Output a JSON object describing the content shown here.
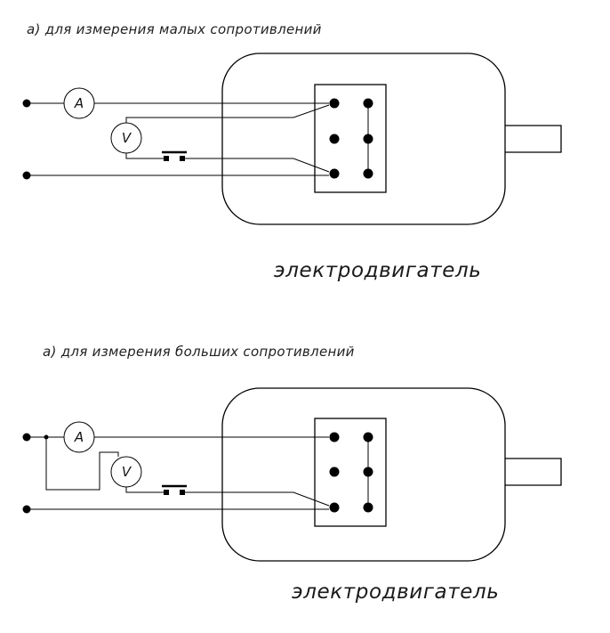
{
  "diagram_a": {
    "caption": "а) для измерения малых сопротивлений",
    "motor_label": "электродвигатель",
    "ammeter_label": "A",
    "voltmeter_label": "V"
  },
  "diagram_b": {
    "caption": "а) для измерения больших сопротивлений",
    "motor_label": "электродвигатель",
    "ammeter_label": "A",
    "voltmeter_label": "V"
  },
  "colors": {
    "ink": "#000000",
    "background": "#ffffff"
  }
}
